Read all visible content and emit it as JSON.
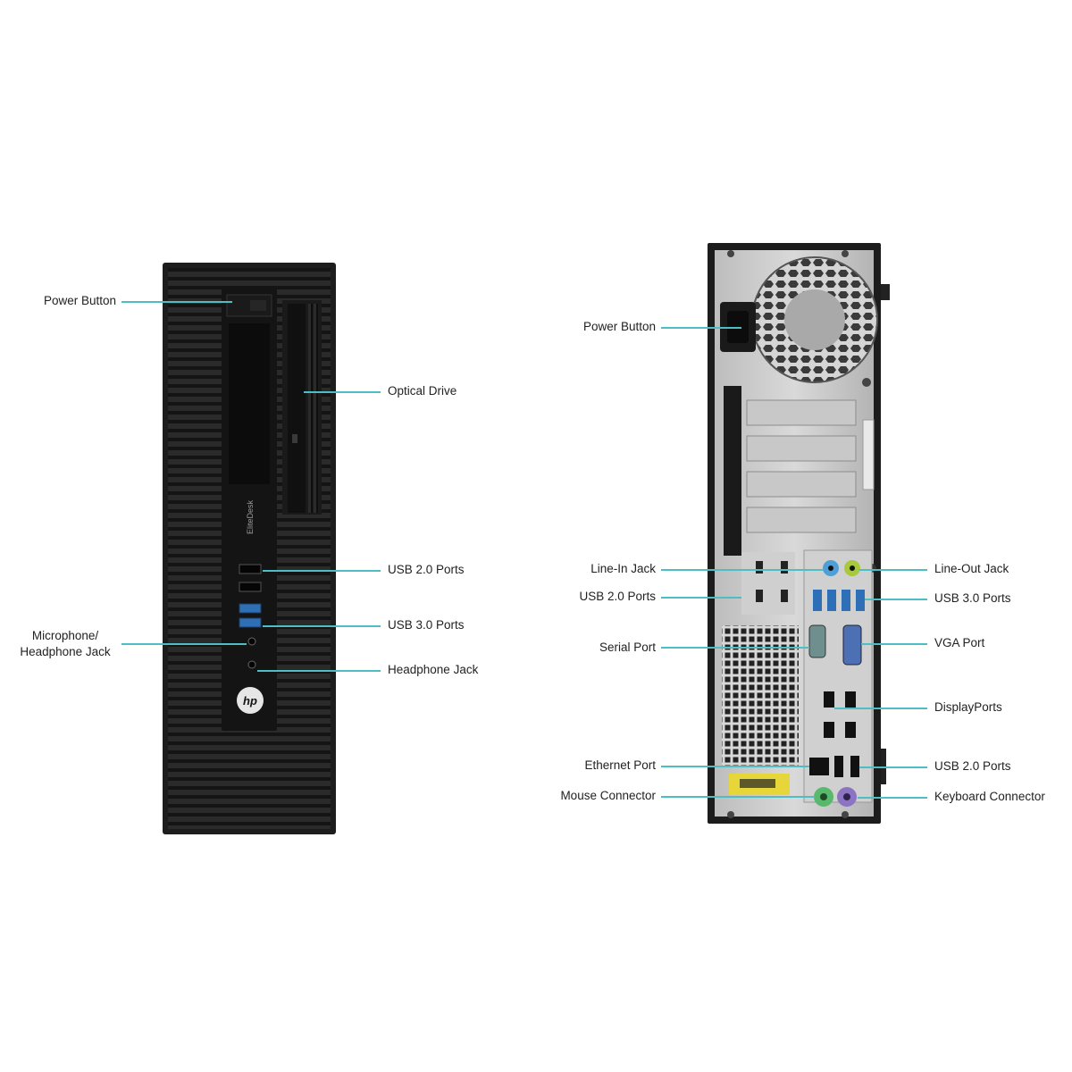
{
  "colors": {
    "leader": "#4dbfc4",
    "case": "#1e1e1e",
    "usb3": "#2f6fb5",
    "line_in": "#4f9fd6",
    "line_out": "#a9c93c",
    "mouse_port": "#58b86b",
    "keyboard_port": "#8c74c2"
  },
  "front": {
    "labels": {
      "power_button": "Power Button",
      "optical_drive": "Optical Drive",
      "usb2_ports": "USB 2.0 Ports",
      "usb3_ports": "USB 3.0 Ports",
      "mic_headphone": "Microphone/\nHeadphone Jack",
      "headphone_jack": "Headphone Jack"
    },
    "model_text": "EliteDesk"
  },
  "rear": {
    "labels": {
      "power_button": "Power Button",
      "line_in": "Line-In Jack",
      "line_out": "Line-Out Jack",
      "usb2_ports_left": "USB 2.0 Ports",
      "usb3_ports": "USB 3.0 Ports",
      "serial_port": "Serial Port",
      "vga_port": "VGA Port",
      "displayports": "DisplayPorts",
      "ethernet_port": "Ethernet Port",
      "usb2_ports_right": "USB 2.0 Ports",
      "mouse_connector": "Mouse Connector",
      "keyboard_connector": "Keyboard Connector"
    }
  }
}
